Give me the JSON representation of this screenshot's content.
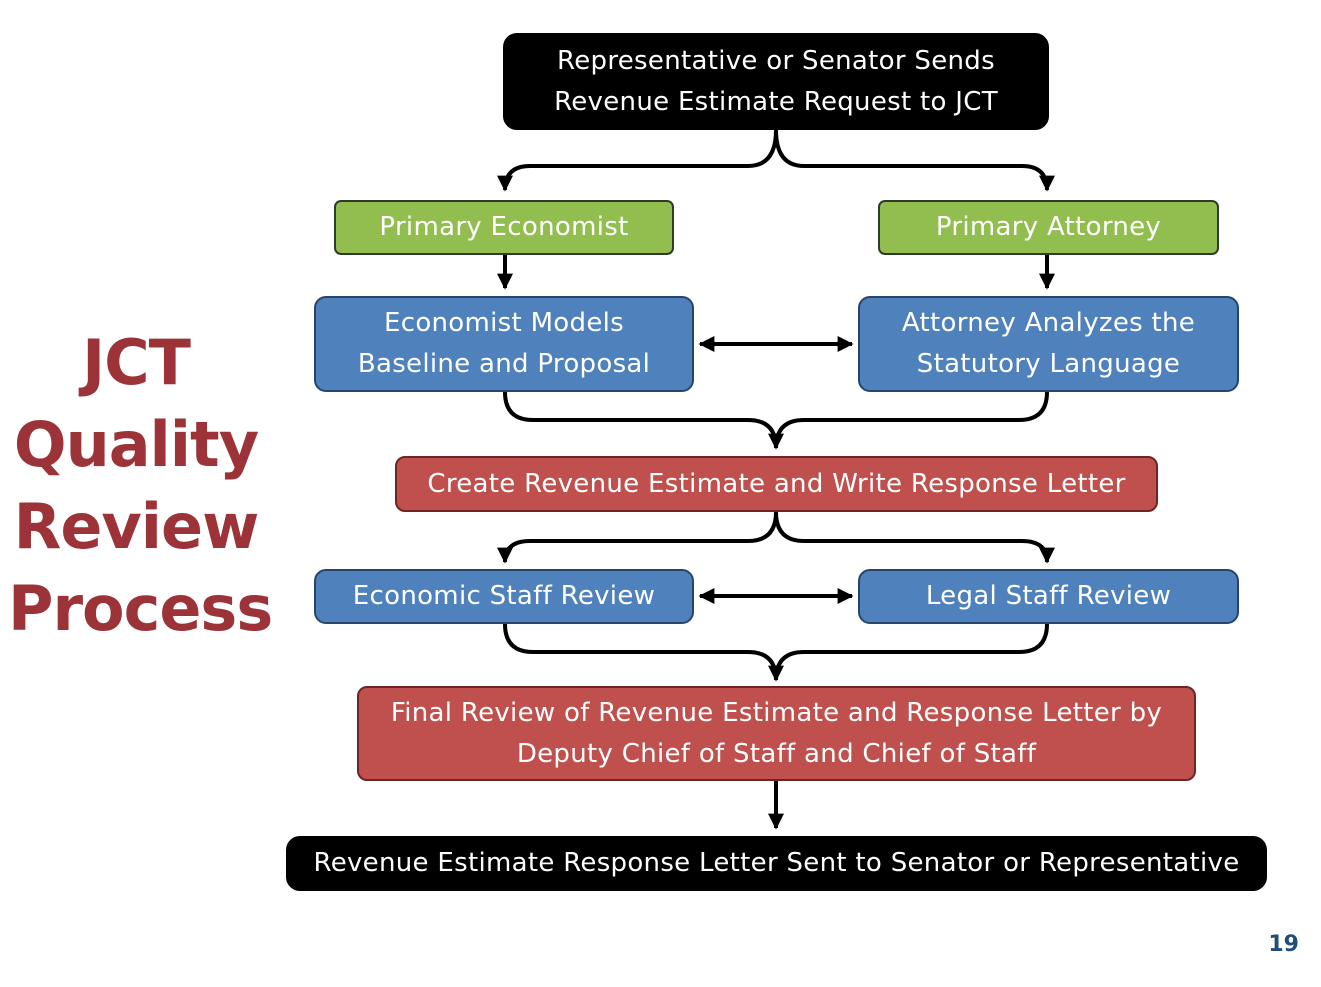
{
  "title_lines": [
    "JCT",
    "Quality",
    "Review",
    "Process"
  ],
  "nodes": {
    "request": [
      "Representative or Senator Sends",
      "Revenue Estimate Request to JCT"
    ],
    "primary_economist": "Primary Economist",
    "primary_attorney": "Primary Attorney",
    "economist_models": [
      "Economist Models",
      "Baseline and Proposal"
    ],
    "attorney_analyzes": [
      "Attorney Analyzes the",
      "Statutory Language"
    ],
    "create_estimate": "Create Revenue Estimate and Write Response Letter",
    "economic_review": "Economic Staff Review",
    "legal_review": "Legal Staff Review",
    "final_review": [
      "Final Review of Revenue Estimate and Response Letter by",
      "Deputy Chief of Staff and Chief of Staff"
    ],
    "response_sent": "Revenue Estimate Response Letter Sent to Senator or Representative"
  },
  "colors": {
    "title": "#9b3338",
    "black_box": "#000000",
    "green_box": "#92bd4f",
    "blue_box": "#4f81bd",
    "red_box": "#c0504d",
    "page_number": "#1f4e79"
  },
  "page_number": "19"
}
